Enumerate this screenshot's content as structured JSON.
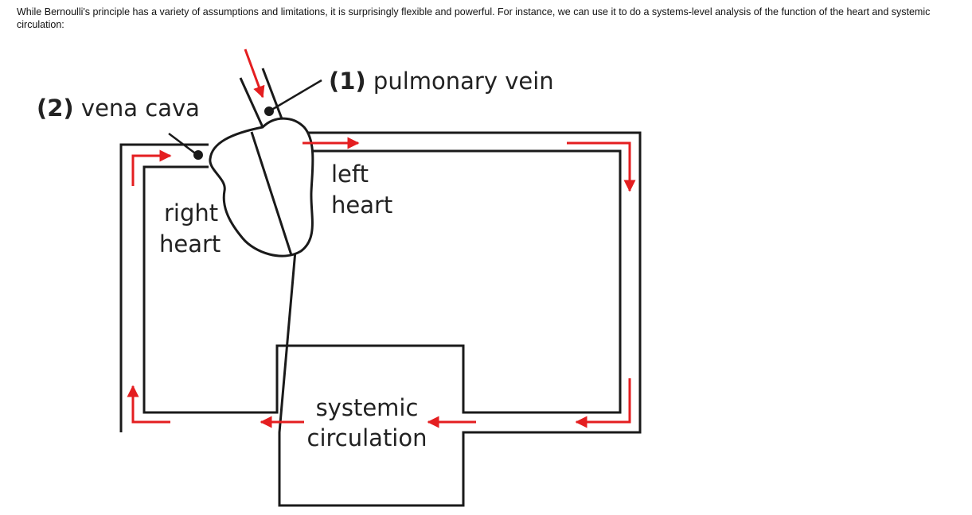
{
  "intro_text": "While Bernoulli's principle has a variety of assumptions and limitations, it is surprisingly flexible and powerful.  For instance, we can use it to do a systems-level analysis of the function of the heart and systemic circulation:",
  "labels": {
    "pulmonary_vein_num": "(1)",
    "pulmonary_vein": "pulmonary vein",
    "vena_cava_num": "(2)",
    "vena_cava": "vena cava",
    "left_heart_line1": "left",
    "left_heart_line2": "heart",
    "right_heart_line1": "right",
    "right_heart_line2": "heart",
    "systemic_line1": "systemic",
    "systemic_line2": "circulation"
  },
  "colors": {
    "arrow": "#e41e20",
    "line": "#1a1a1a"
  }
}
